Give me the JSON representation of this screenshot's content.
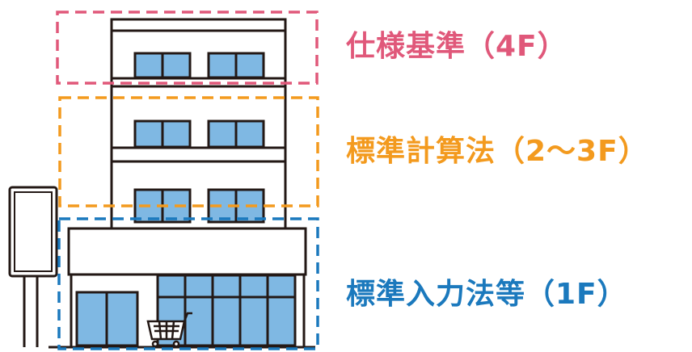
{
  "labels": {
    "top": "仕様基準（4F）",
    "middle": "標準計算法（2～3F）",
    "bottom": "標準入力法等（1F）"
  },
  "colors": {
    "top": "#e0587a",
    "middle": "#f39a1e",
    "bottom": "#1b79bd",
    "window": "#7fb8e3",
    "outline": "#231815"
  },
  "icons": {
    "building": "building-illustration",
    "cart": "shopping-cart-icon",
    "sign": "signboard-icon"
  }
}
